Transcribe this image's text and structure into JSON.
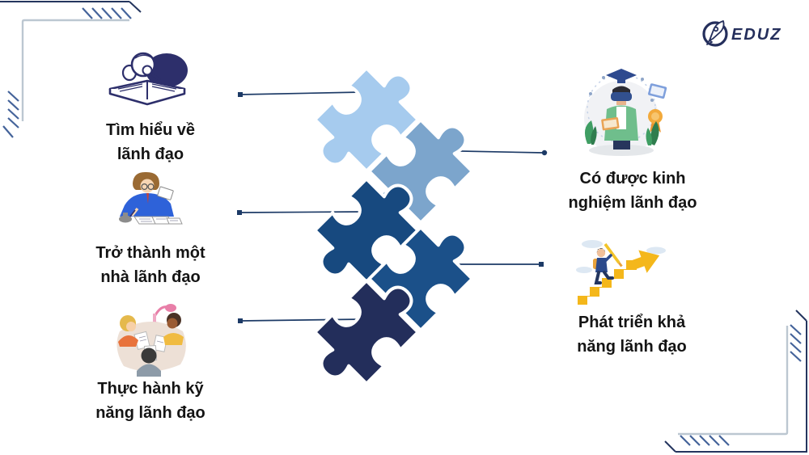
{
  "logo": {
    "text": "EDUZ"
  },
  "items": {
    "left": [
      {
        "line1": "Tìm hiểu về",
        "line2": "lãnh đạo",
        "illustration": "old-man-reading-book"
      },
      {
        "line1": "Trở thành một",
        "line2": "nhà lãnh đạo",
        "illustration": "person-writing-at-desk"
      },
      {
        "line1": "Thực hành kỹ",
        "line2": "năng lãnh đạo",
        "illustration": "group-practicing-at-table"
      }
    ],
    "right": [
      {
        "line1": "Có được kinh",
        "line2": "nghiệm lãnh đạo",
        "illustration": "vr-experience-person"
      },
      {
        "line1": "Phát triển khả",
        "line2": "năng lãnh đạo",
        "illustration": "climbing-arrow-stairs"
      }
    ]
  },
  "puzzle": {
    "colors": [
      "#A6CBEE",
      "#7CA5CC",
      "#17497F",
      "#1B5089",
      "#232E5B"
    ]
  },
  "decor": {
    "connector_color": "#1C3A66",
    "frame_navy": "#24355E",
    "frame_light": "#BCC7D1",
    "hatch_color": "#44639A",
    "logo_color": "#252F5C"
  }
}
